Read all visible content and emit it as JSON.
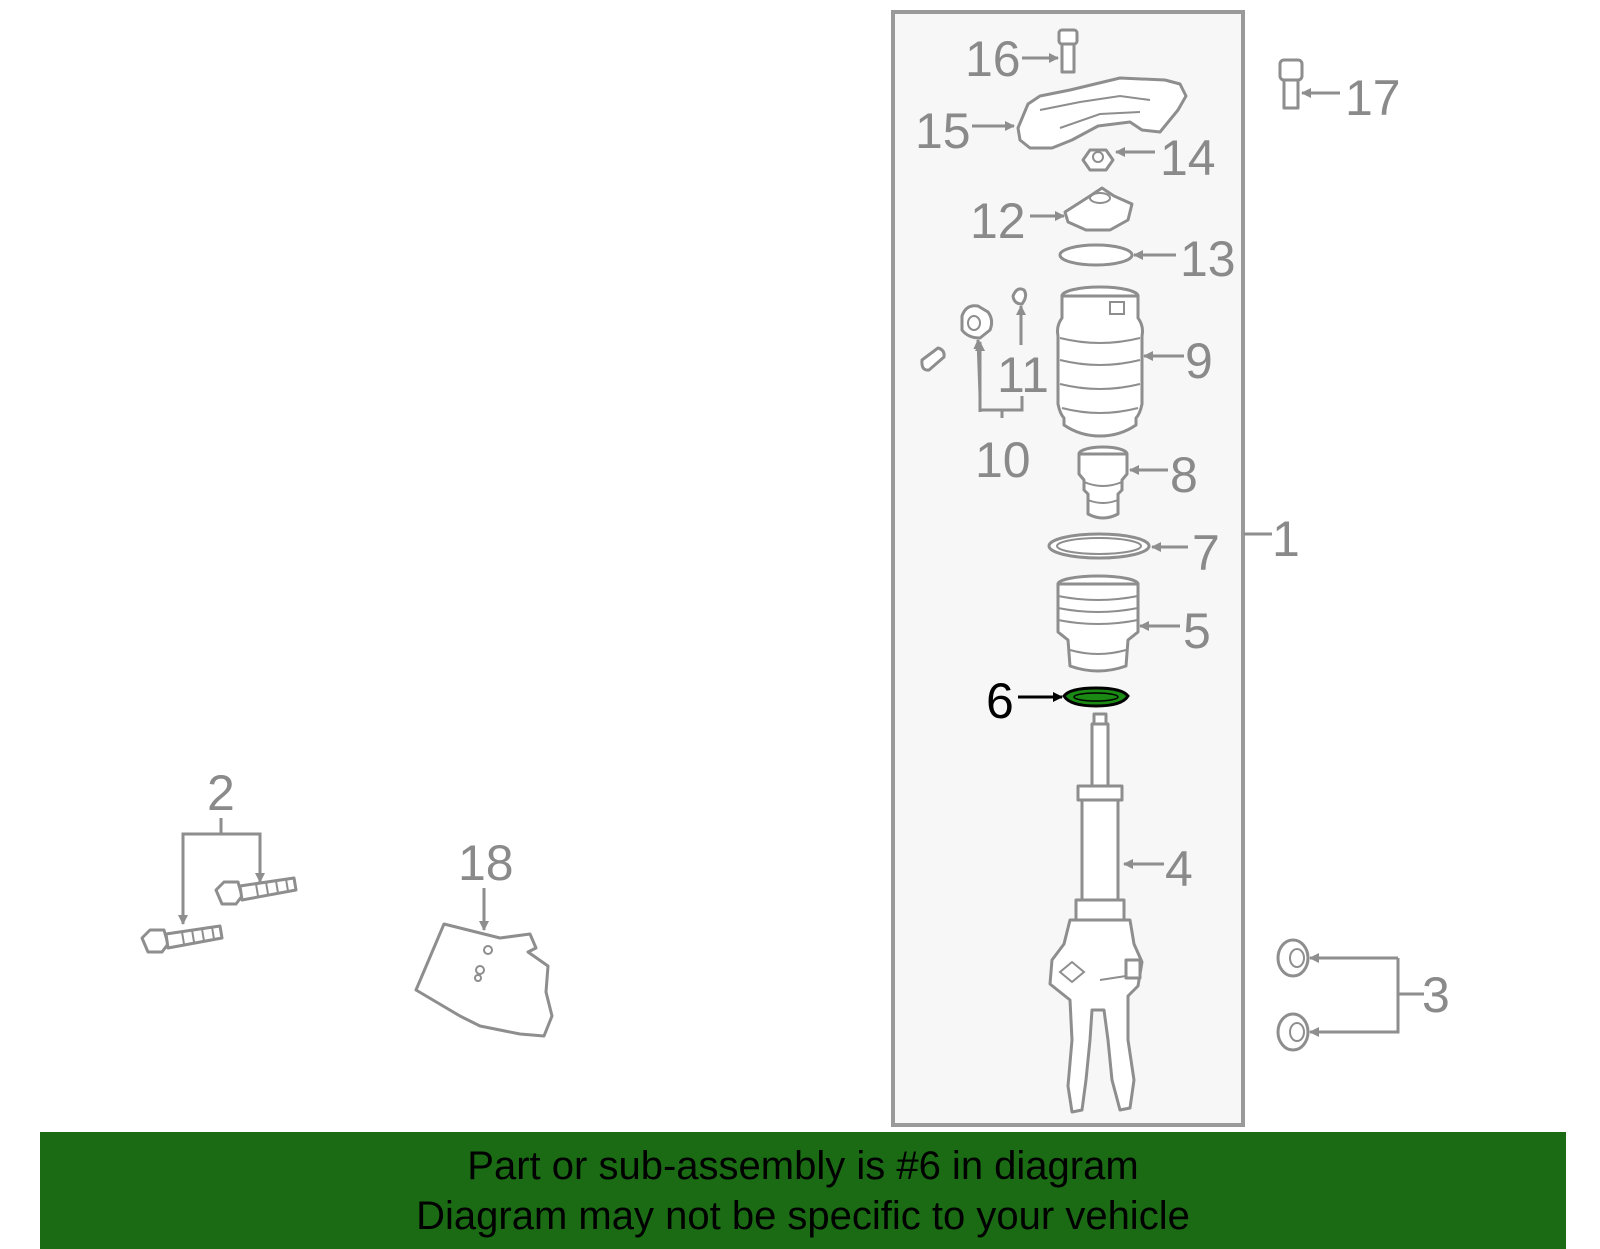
{
  "diagram": {
    "callouts": {
      "c1": "1",
      "c2": "2",
      "c3": "3",
      "c4": "4",
      "c5": "5",
      "c6": "6",
      "c7": "7",
      "c8": "8",
      "c9": "9",
      "c10": "10",
      "c11": "11",
      "c12": "12",
      "c13": "13",
      "c14": "14",
      "c15": "15",
      "c16": "16",
      "c17": "17",
      "c18": "18"
    },
    "highlighted_part": "6",
    "colors": {
      "line": "#8e8e8e",
      "highlight_fill": "#1a8a14",
      "banner_bg": "#1a6b14",
      "panel_bg": "#f7f7f7"
    }
  },
  "banner": {
    "line1": "Part or sub-assembly is #6 in diagram",
    "line2": "Diagram may not be specific to your vehicle"
  }
}
